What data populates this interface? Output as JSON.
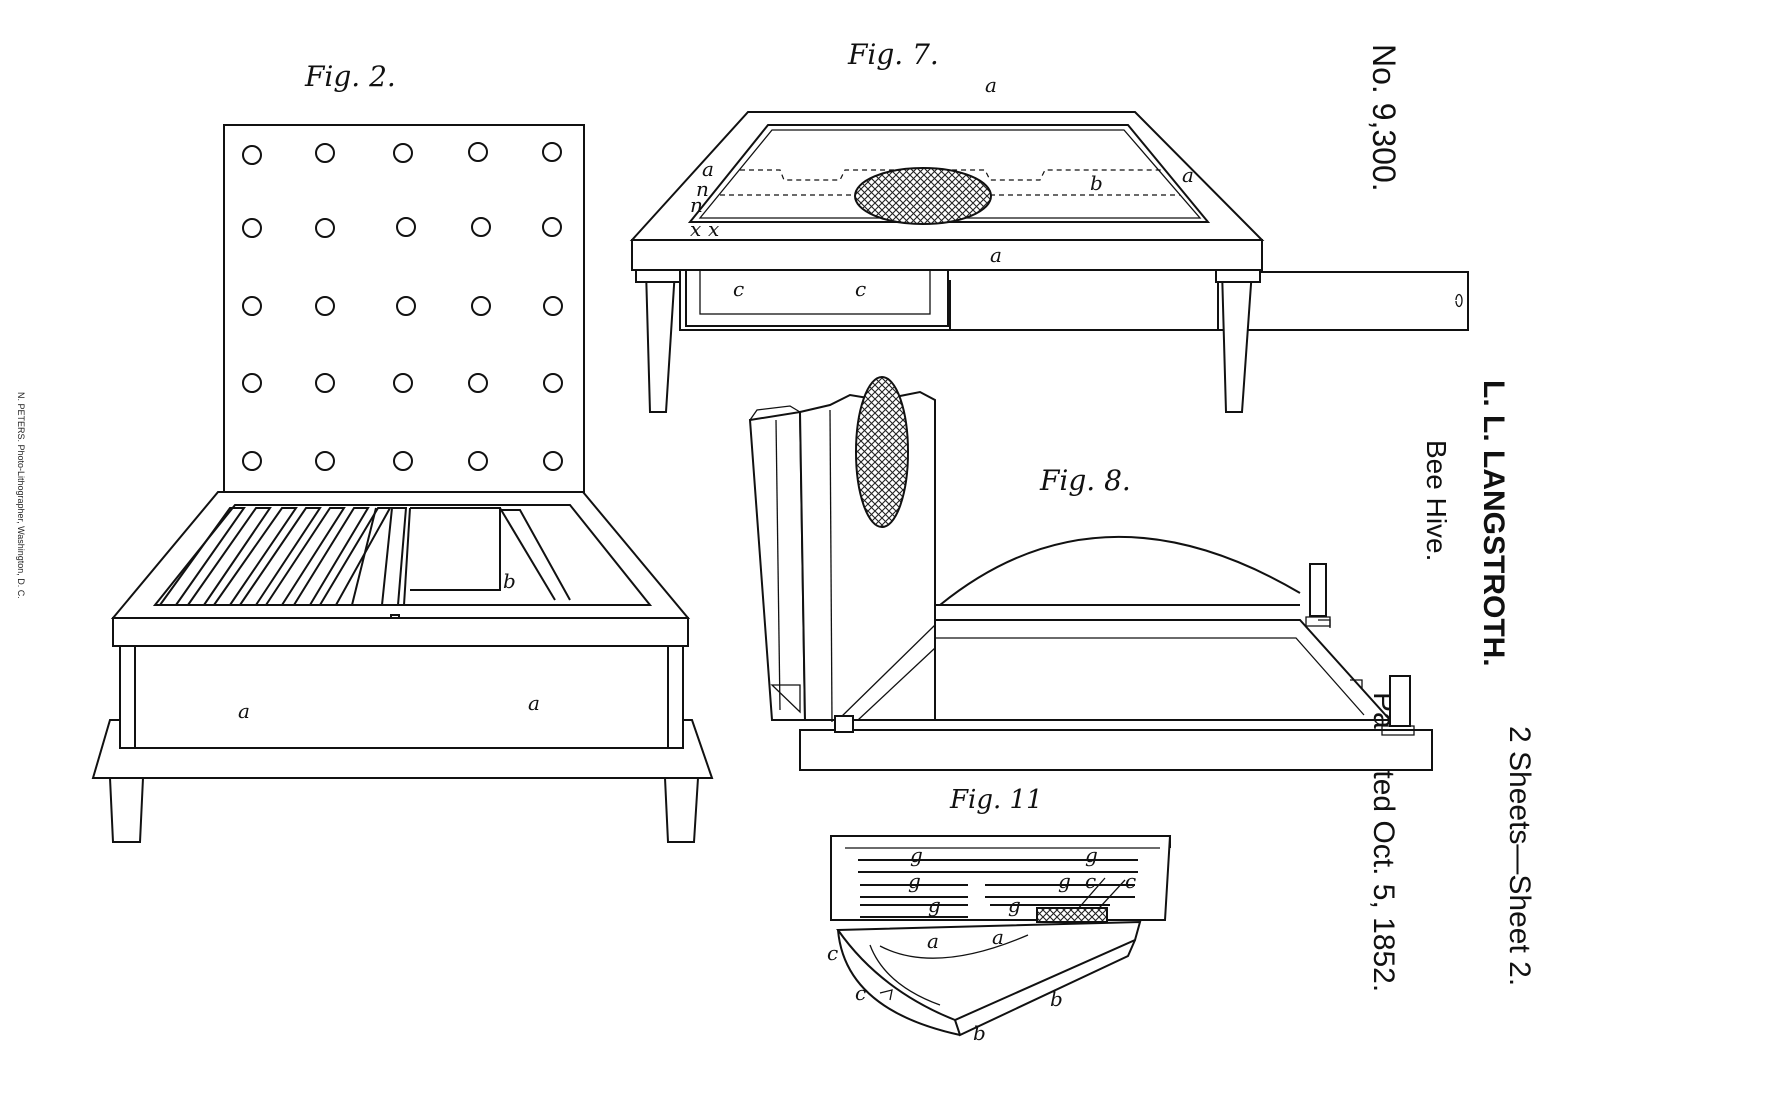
{
  "header": {
    "patent_number": "No. 9,300.",
    "inventor": "L. L. LANGSTROTH.",
    "title": "Bee Hive.",
    "sheets": "2 Sheets—Sheet 2.",
    "date": "Patented Oct. 5, 1852."
  },
  "imprint": "N. PETERS. Photo-Lithographer, Washington, D. C.",
  "figures": {
    "fig2": {
      "title": "Fig. 2.",
      "labels": [
        "a",
        "a",
        "b"
      ]
    },
    "fig7": {
      "title": "Fig. 7.",
      "labels": [
        "a",
        "a",
        "a",
        "a",
        "b",
        "c",
        "c",
        "n",
        "n",
        "x",
        "x"
      ]
    },
    "fig8": {
      "title": "Fig. 8."
    },
    "fig11": {
      "title": "Fig. 11",
      "labels": [
        "g",
        "g",
        "g",
        "g",
        "g",
        "g",
        "c",
        "c",
        "a",
        "a",
        "b",
        "b",
        "c",
        "c"
      ]
    }
  }
}
